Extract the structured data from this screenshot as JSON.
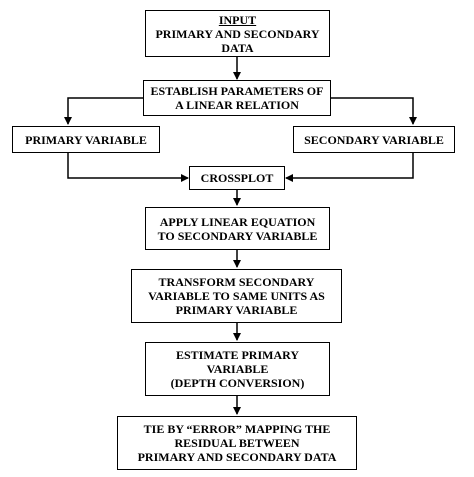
{
  "diagram": {
    "input_box": {
      "title": "INPUT",
      "line1": "PRIMARY AND SECONDARY",
      "line2": "DATA"
    },
    "parameters_box": {
      "line1": "ESTABLISH PARAMETERS OF",
      "line2": "A LINEAR RELATION"
    },
    "primary_box": {
      "line1": "PRIMARY VARIABLE"
    },
    "secondary_box": {
      "line1": "SECONDARY VARIABLE"
    },
    "crossplot_box": {
      "line1": "CROSSPLOT"
    },
    "apply_box": {
      "line1": "APPLY LINEAR EQUATION",
      "line2": "TO SECONDARY VARIABLE"
    },
    "transform_box": {
      "line1": "TRANSFORM SECONDARY",
      "line2": "VARIABLE TO SAME UNITS AS",
      "line3": "PRIMARY VARIABLE"
    },
    "estimate_box": {
      "line1": "ESTIMATE PRIMARY",
      "line2": "VARIABLE",
      "line3": "(DEPTH CONVERSION)"
    },
    "tie_box": {
      "line1": "TIE BY “ERROR” MAPPING THE",
      "line2": "RESIDUAL BETWEEN",
      "line3": "PRIMARY AND SECONDARY DATA"
    }
  }
}
